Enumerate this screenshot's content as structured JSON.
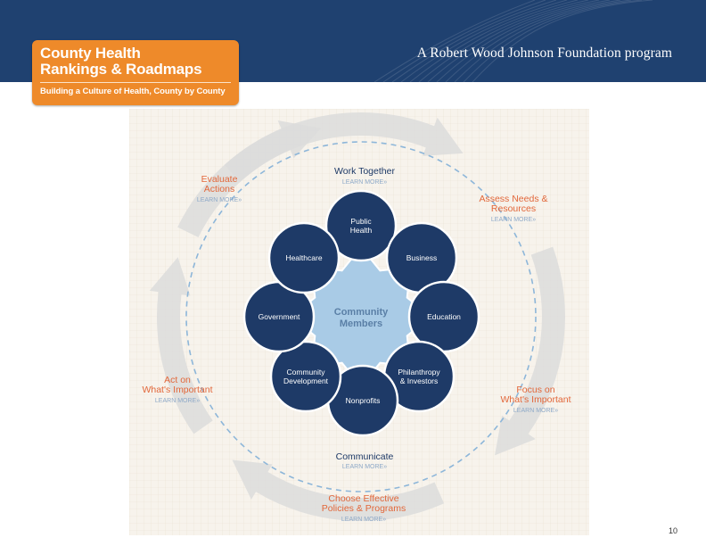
{
  "header": {
    "logo_line1": "County Health",
    "logo_line2": "Rankings & Roadmaps",
    "logo_tagline": "Building a Culture of Health, County by County",
    "foundation": "A Robert Wood Johnson Foundation program"
  },
  "colors": {
    "banner": "#1f4170",
    "logo": "#ee8a2a",
    "petal": "#1e3a67",
    "center": "#a9cbe6",
    "orange_text": "#e2673a",
    "navy_text": "#1e3a67",
    "arrow": "#dcdcdc",
    "dashed_ring": "#8db6d9",
    "learn_more": "#8ea9c8"
  },
  "diagram": {
    "center": [
      "Community",
      "Members"
    ],
    "petals": [
      {
        "id": "public-health",
        "label": [
          "Public",
          "Health"
        ]
      },
      {
        "id": "business",
        "label": [
          "Business"
        ]
      },
      {
        "id": "education",
        "label": [
          "Education"
        ]
      },
      {
        "id": "philanthropy",
        "label": [
          "Philanthropy",
          "& Investors"
        ]
      },
      {
        "id": "nonprofits",
        "label": [
          "Nonprofits"
        ]
      },
      {
        "id": "community-development",
        "label": [
          "Community",
          "Development"
        ]
      },
      {
        "id": "government",
        "label": [
          "Government"
        ]
      },
      {
        "id": "healthcare",
        "label": [
          "Healthcare"
        ]
      }
    ],
    "ring_labels": {
      "work_together": "Work Together",
      "communicate": "Communicate"
    },
    "steps": [
      {
        "id": "assess",
        "label": [
          "Assess Needs &",
          "Resources"
        ]
      },
      {
        "id": "focus",
        "label": [
          "Focus on",
          "What's Important"
        ]
      },
      {
        "id": "choose",
        "label": [
          "Choose Effective",
          "Policies & Programs"
        ]
      },
      {
        "id": "act",
        "label": [
          "Act on",
          "What's Important"
        ]
      },
      {
        "id": "evaluate",
        "label": [
          "Evaluate",
          "Actions"
        ]
      }
    ],
    "learn_more": "LEARN MORE»"
  },
  "page_number": "10"
}
